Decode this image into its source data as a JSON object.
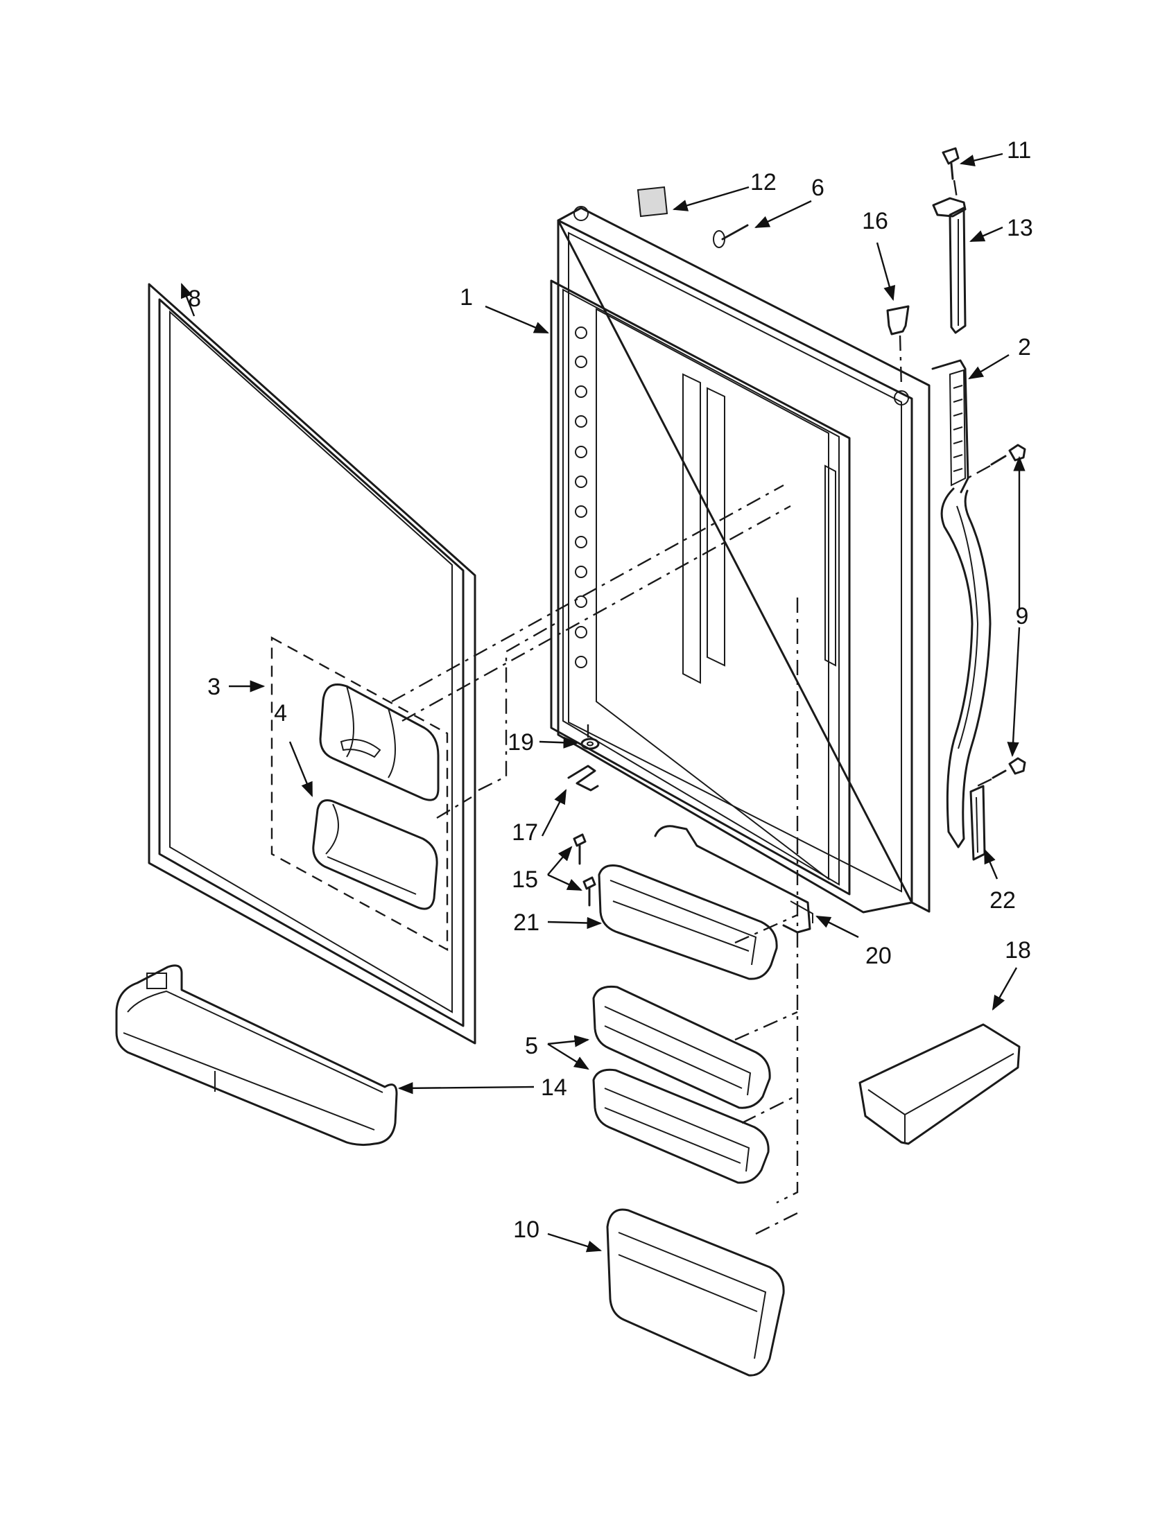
{
  "callouts": [
    {
      "id": "c1",
      "label": "1"
    },
    {
      "id": "c2",
      "label": "2"
    },
    {
      "id": "c3",
      "label": "3"
    },
    {
      "id": "c4",
      "label": "4"
    },
    {
      "id": "c5",
      "label": "5"
    },
    {
      "id": "c6",
      "label": "6"
    },
    {
      "id": "c8",
      "label": "8"
    },
    {
      "id": "c9",
      "label": "9"
    },
    {
      "id": "c10",
      "label": "10"
    },
    {
      "id": "c11",
      "label": "11"
    },
    {
      "id": "c12",
      "label": "12"
    },
    {
      "id": "c13",
      "label": "13"
    },
    {
      "id": "c14",
      "label": "14"
    },
    {
      "id": "c15",
      "label": "15"
    },
    {
      "id": "c16",
      "label": "16"
    },
    {
      "id": "c17",
      "label": "17"
    },
    {
      "id": "c18",
      "label": "18"
    },
    {
      "id": "c19",
      "label": "19"
    },
    {
      "id": "c20",
      "label": "20"
    },
    {
      "id": "c21",
      "label": "21"
    },
    {
      "id": "c22",
      "label": "22"
    }
  ]
}
